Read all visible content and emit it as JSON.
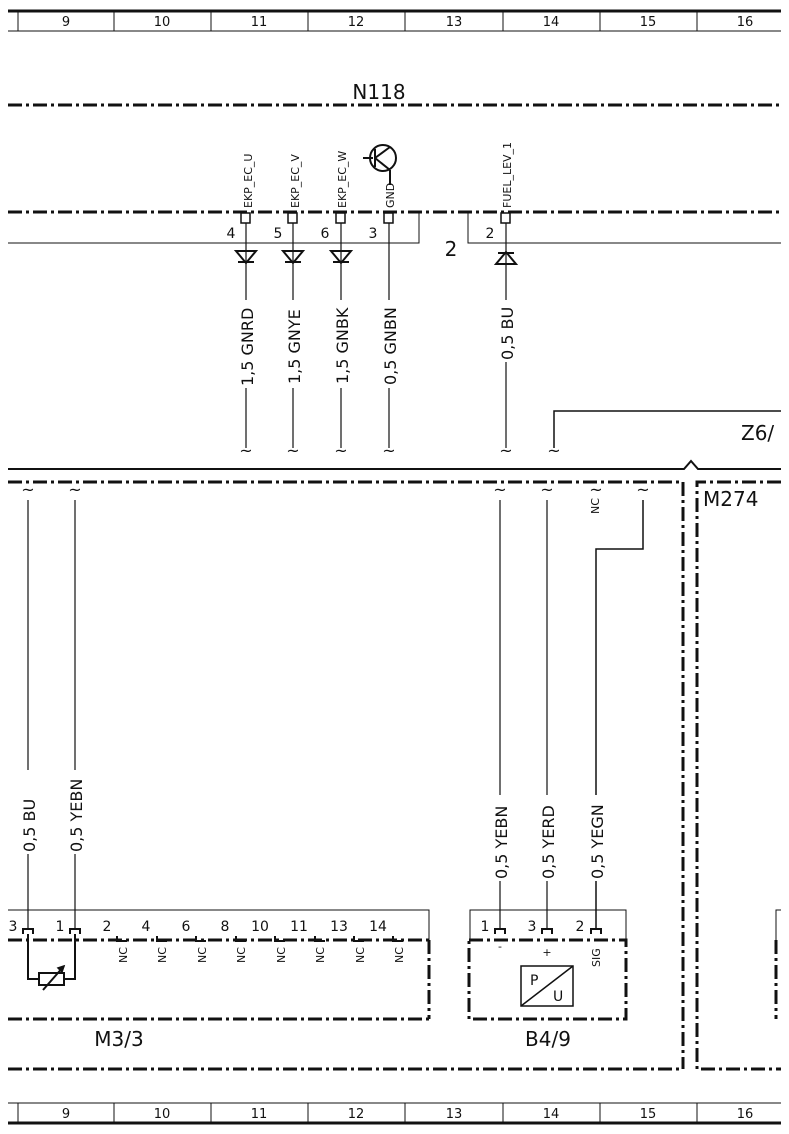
{
  "grid": {
    "columns": [
      "9",
      "10",
      "11",
      "12",
      "13",
      "14",
      "15",
      "16"
    ]
  },
  "components": {
    "n118": "N118",
    "z6": "Z6/",
    "m274": "M274",
    "m3_3": "M3/3",
    "b4_9": "B4/9"
  },
  "n118_connector": {
    "number": "2",
    "pins": [
      {
        "signal": "EKP_EC_U",
        "pin": "4",
        "wire": "1,5 GNRD"
      },
      {
        "signal": "EKP_EC_V",
        "pin": "5",
        "wire": "1,5 GNYE"
      },
      {
        "signal": "EKP_EC_W",
        "pin": "6",
        "wire": "1,5 GNBK"
      },
      {
        "signal": "GND",
        "pin": "3",
        "wire": "0,5 GNBN"
      },
      {
        "signal": "FUEL_LEV_1",
        "pin": "2",
        "wire": "0,5 BU"
      }
    ]
  },
  "m3_3_connector": {
    "wires": [
      "0,5 BU",
      "0,5 YEBN"
    ],
    "pins": [
      "3",
      "1",
      "2",
      "4",
      "6",
      "8",
      "10",
      "11",
      "13",
      "14"
    ],
    "nc_label": "NC"
  },
  "b4_9_connector": {
    "wires": [
      "0,5 YEBN",
      "0,5 YERD",
      "0,5 YEGN"
    ],
    "pins": [
      "1",
      "3",
      "2"
    ],
    "pin_signals": [
      "-",
      "+",
      "SIG"
    ],
    "sensor_p": "P",
    "sensor_u": "U",
    "nc_label": "NC"
  }
}
